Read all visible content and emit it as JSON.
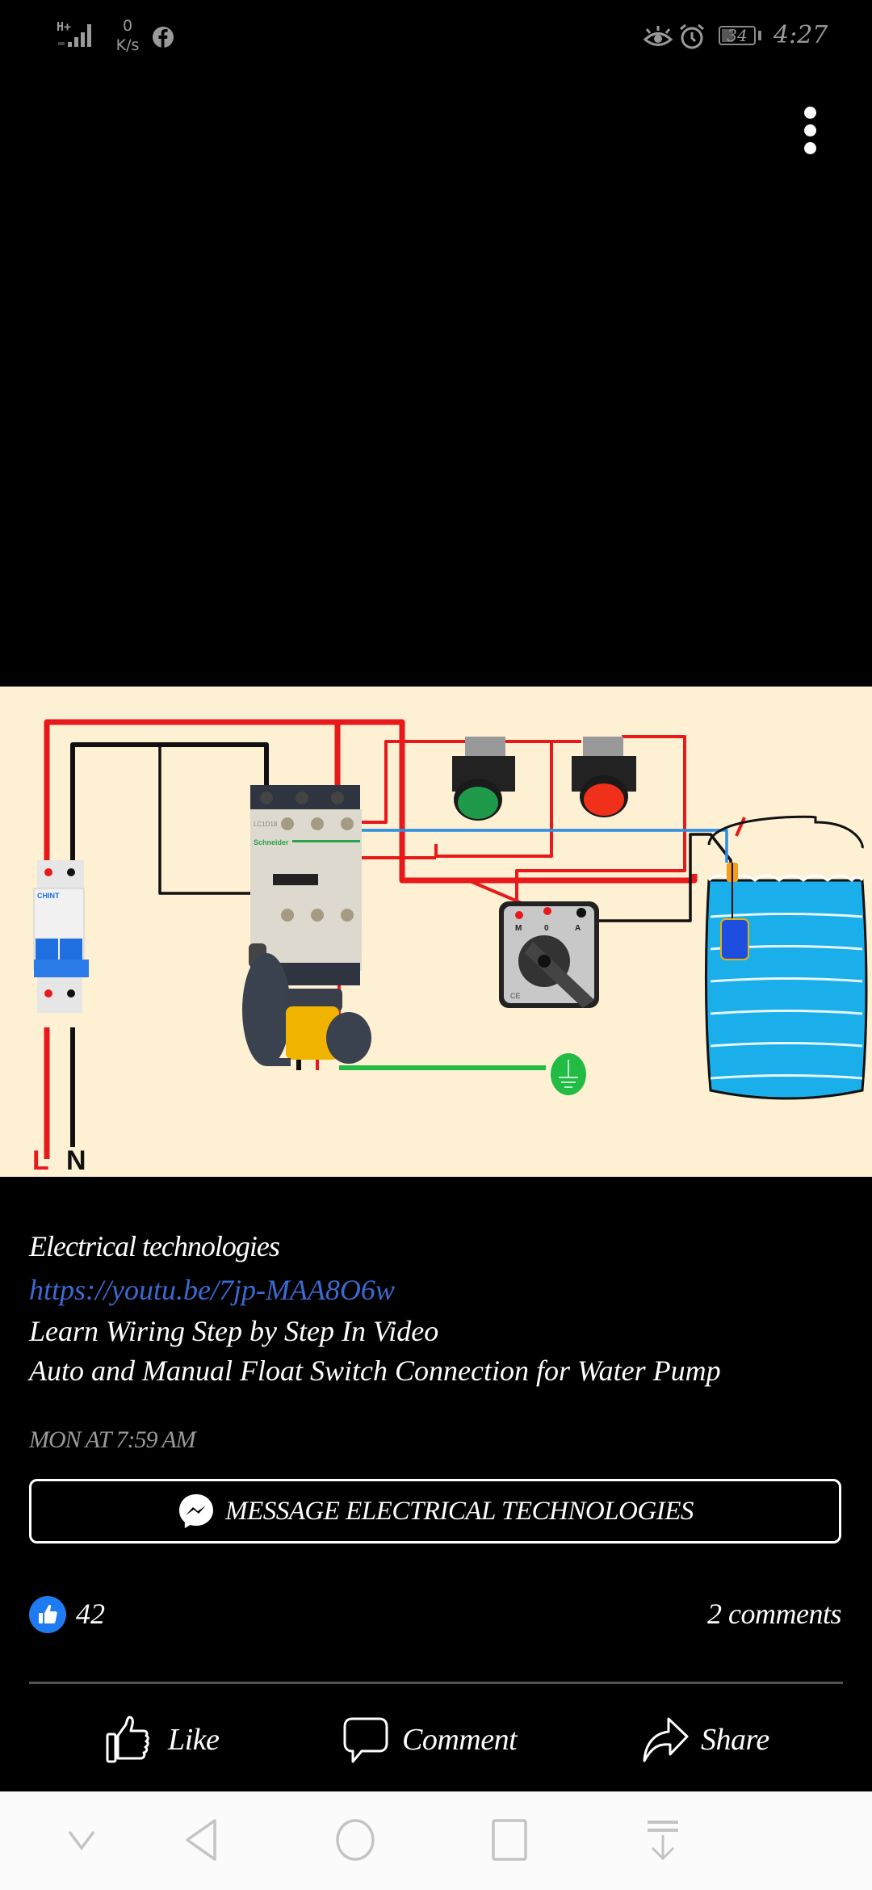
{
  "status_bar": {
    "network_type": "H+",
    "data_speed_value": "0",
    "data_speed_unit": "K/s",
    "notification_app": "facebook-icon",
    "icons": [
      "eye-comfort-icon",
      "alarm-icon"
    ],
    "battery_level": "34",
    "time": "4:27"
  },
  "viewer": {
    "more_menu": "more-options-icon"
  },
  "diagram": {
    "description": "Auto and manual float switch wiring diagram for water pump",
    "labels": {
      "live": "L",
      "neutral": "N",
      "contactor_model": "LC1D18",
      "contactor_brand": "Schneider",
      "breaker_brand": "CHINT",
      "selector_positions": [
        "M",
        "0",
        "A"
      ],
      "selector_mark": "CE"
    },
    "colors": {
      "background": "#fdf0d3",
      "live_wire": "#e8191b",
      "neutral_wire": "#111111",
      "signal_wire": "#2d8ee0",
      "earth_wire": "#22bb44",
      "start_button": "#1f9a4a",
      "stop_button": "#f0301a",
      "tank_water": "#1aaeea"
    }
  },
  "post": {
    "author": "Electrical technologies",
    "link": "https://youtu.be/7jp-MAA8O6w",
    "lines": [
      "Learn Wiring Step by Step In Video",
      "Auto and Manual Float Switch Connection for Water Pump"
    ],
    "timestamp": "MON AT 7:59 AM",
    "message_button": "MESSAGE ELECTRICAL TECHNOLOGIES"
  },
  "reactions": {
    "like_count": "42",
    "comments": "2 comments"
  },
  "actions": {
    "like": "Like",
    "comment": "Comment",
    "share": "Share"
  },
  "colors": {
    "link": "#3b6ad2",
    "like_badge": "#1f7bf2",
    "timestamp": "#9a9a9a"
  },
  "nav_bar": {
    "buttons": [
      "collapse",
      "back",
      "home",
      "recents",
      "notifications-pull"
    ]
  }
}
